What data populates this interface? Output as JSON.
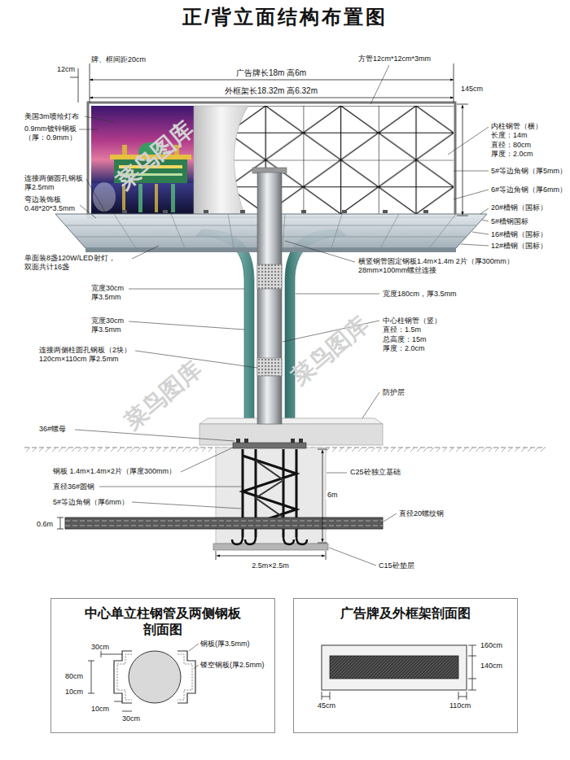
{
  "diagram": {
    "title": "正/背立面结构布置图",
    "nodes": [
      {
        "text": [
          "中心单立柱钢管及两侧钢板 剖面图"
        ]
      },
      {
        "text": [
          "广告牌及外框架剖面图"
        ]
      }
    ],
    "labels": [
      "12cm",
      "牌、框间距20cm",
      "广告牌长18m 高6m",
      "方管12cm*12cm*3mm",
      "外框架长18.32m 高6.32m",
      "145cm",
      "美国3m喷绘灯布",
      "0.9mm镀锌钢板 （厚：0.9mm）",
      "连接两侧圆孔钢板 厚2.5mm",
      "弯边装饰板 0.48*20*3.5mm",
      "单面装8盏120W/LED射灯， 双面共计16盏",
      "内柱钢管（横） 长度：14m 直径：80cm 厚度：2.0cm",
      "5#等边角钢（厚5mm）",
      "6#等边角钢（厚6mm）",
      "20#槽钢（国标）",
      "5#槽钢国标",
      "16#槽钢（国标）",
      "12#槽钢（国标）",
      "横竖钢管固定钢板1.4m×1.4m 2片（厚300mm） 28mm×100mm螺丝连接",
      "宽度30cm 厚3.5mm",
      "宽度180cm，厚3.5mm",
      "宽度30cm 厚3.5mm",
      "中心柱钢管（竖） 直径：1.5m 总高度：15m 厚度：2.0cm",
      "连接两侧柱圆孔钢板（2块） 120cm×110cm 厚2.5mm",
      "防护层",
      "36#螺母",
      "钢板 1.4m×1.4m×2片（厚度300mm）",
      "直径36#圆钢",
      "C25砼独立基础",
      "5#等边角钢（厚6mm）",
      "6m",
      "0.6m",
      "直径20螺纹钢",
      "2.5m×2.5m",
      "C15砼垫层",
      "钢板(厚3.5mm)",
      "镂空钢板(厚2.5mm)",
      "30cm",
      "80cm",
      "10cm",
      "10cm",
      "30cm",
      "160cm",
      "140cm",
      "45cm",
      "110cm",
      "菜鸟图库",
      "菜鸟图库",
      "菜鸟图库"
    ]
  }
}
